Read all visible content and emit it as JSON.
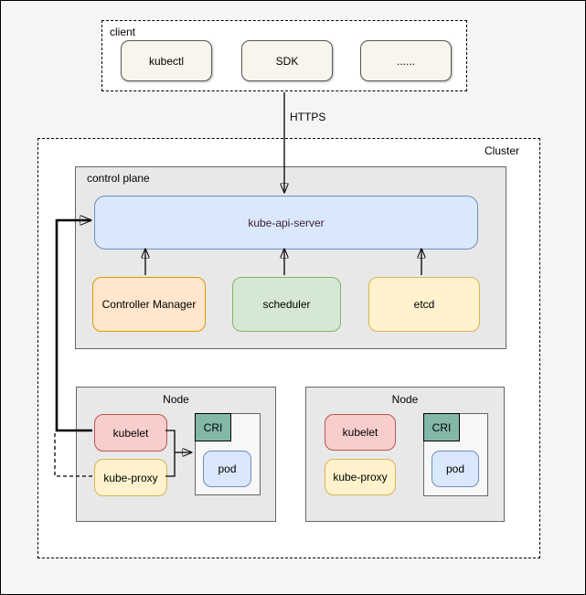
{
  "client": {
    "label": "client",
    "items": [
      {
        "label": "kubectl"
      },
      {
        "label": "SDK"
      },
      {
        "label": "......"
      }
    ]
  },
  "connection": {
    "https_label": "HTTPS"
  },
  "cluster": {
    "label": "Cluster",
    "control_plane": {
      "label": "control plane",
      "api_server_label": "kube-api-server",
      "components": [
        {
          "label": "Controller Manager"
        },
        {
          "label": "scheduler"
        },
        {
          "label": "etcd"
        }
      ]
    },
    "nodes": [
      {
        "label": "Node",
        "kubelet_label": "kubelet",
        "kube_proxy_label": "kube-proxy",
        "cri_label": "CRI",
        "pod_label": "pod"
      },
      {
        "label": "Node",
        "kubelet_label": "kubelet",
        "kube_proxy_label": "kube-proxy",
        "cri_label": "CRI",
        "pod_label": "pod"
      }
    ]
  },
  "colors": {
    "page_bg": "#f5f5f5",
    "group_fill": "#ffffff",
    "panel_fill": "#e8e8e8",
    "panel_border": "#666666",
    "client_item_fill": "#f8f5ec",
    "client_item_border": "#565656",
    "blue_fill": "#dae8fc",
    "blue_border": "#6c8ebf",
    "orange_fill": "#ffe6cc",
    "orange_border": "#d79b00",
    "green_fill": "#d5e8d4",
    "green_border": "#82b366",
    "yellow_fill": "#fff2cc",
    "yellow_border": "#d6b656",
    "red_fill": "#f8cecc",
    "red_border": "#b85450",
    "teal_fill": "#83b8a9",
    "api_server_text": "#3f1d3a",
    "line_color": "#000000"
  }
}
